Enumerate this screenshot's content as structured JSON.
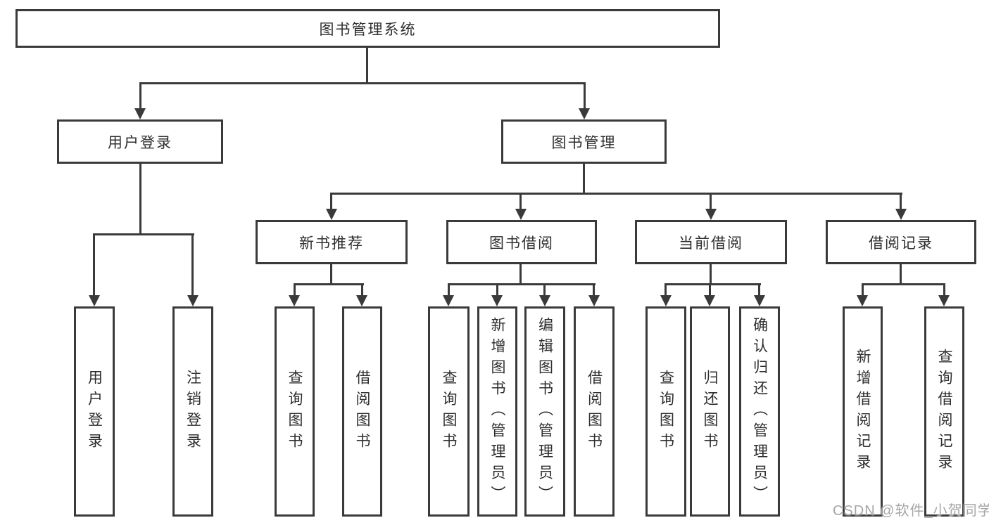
{
  "diagram": {
    "title": "图书管理系统",
    "branches": {
      "user_login": {
        "label": "用户登录",
        "children": [
          "用户登录",
          "注销登录"
        ]
      },
      "book_management": {
        "label": "图书管理",
        "sections": [
          {
            "label": "新书推荐",
            "children": [
              "查询图书",
              "借阅图书"
            ]
          },
          {
            "label": "图书借阅",
            "children": [
              "查询图书",
              "新增图书（管理员）",
              "编辑图书（管理员）",
              "借阅图书"
            ]
          },
          {
            "label": "当前借阅",
            "children": [
              "查询图书",
              "归还图书",
              "确认归还（管理员）"
            ]
          },
          {
            "label": "借阅记录",
            "children": [
              "新增借阅记录",
              "查询借阅记录"
            ]
          }
        ]
      }
    }
  },
  "watermark": {
    "text": "CSDN @软件_小贺同学",
    "color": "#a6a6a6"
  },
  "style": {
    "line_color": "#3a3a3a",
    "text_color": "#2e2e2e",
    "background": "#ffffff"
  }
}
